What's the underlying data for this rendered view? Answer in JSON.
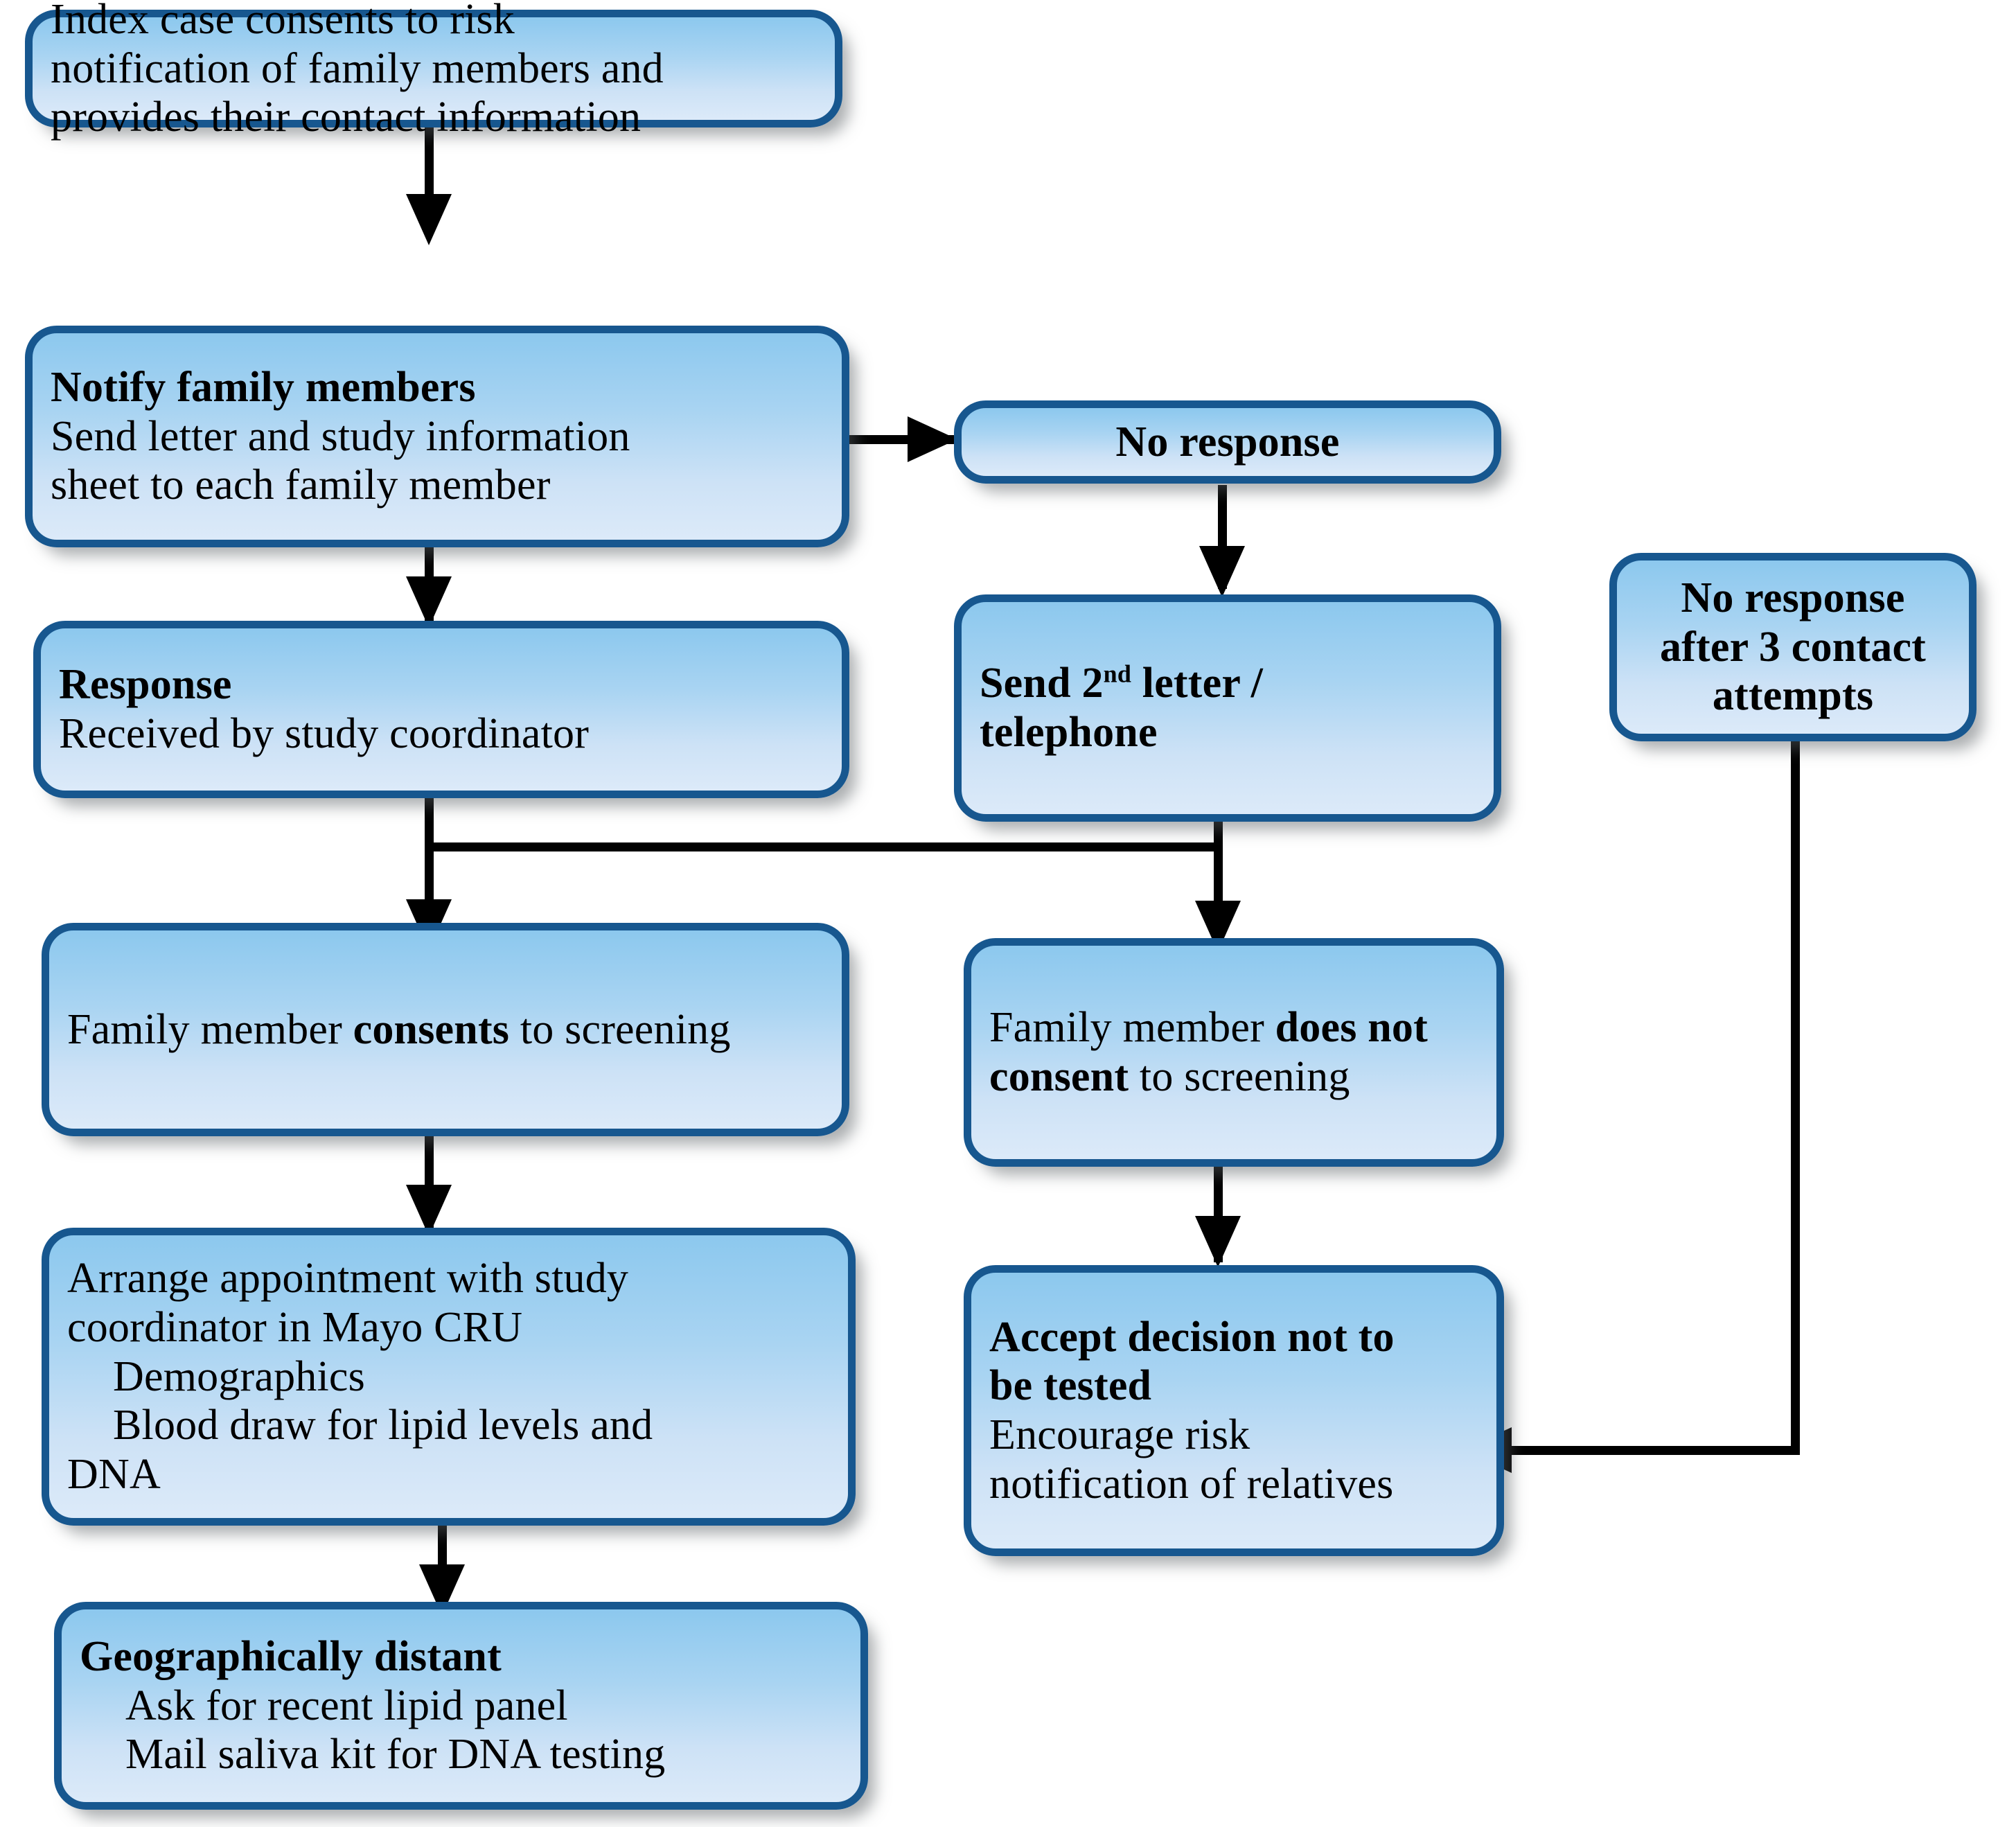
{
  "diagram": {
    "title": "Family risk notification and cascade screening flowchart",
    "colors": {
      "node_border": "#17578F",
      "node_fill_top": "#8CC8EE",
      "node_fill_bottom": "#DCEAF9",
      "connector": "#000000",
      "background": "#FFFFFF"
    },
    "nodes": [
      {
        "id": "index-case",
        "lines": [
          {
            "text": "Index case consents to risk",
            "bold": false,
            "indent": false
          },
          {
            "text": "notification of family members and",
            "bold": false,
            "indent": false
          },
          {
            "text": "provides their contact information",
            "bold": false,
            "indent": false
          }
        ]
      },
      {
        "id": "notify-family-members",
        "lines": [
          {
            "text": "Notify family members",
            "bold": true,
            "indent": false
          },
          {
            "text": "Send letter and study information",
            "bold": false,
            "indent": false
          },
          {
            "text": "sheet to each family member",
            "bold": false,
            "indent": false
          }
        ]
      },
      {
        "id": "no-response",
        "lines": [
          {
            "text": "No response",
            "bold": true,
            "indent": false
          }
        ]
      },
      {
        "id": "send-second-letter",
        "lines": [
          {
            "text": "Send 2nd letter /",
            "bold": true,
            "indent": false
          },
          {
            "text": "telephone",
            "bold": true,
            "indent": false
          }
        ]
      },
      {
        "id": "no-response-after-3",
        "lines": [
          {
            "text": "No response",
            "bold": true,
            "indent": false
          },
          {
            "text": "after 3 contact",
            "bold": true,
            "indent": false
          },
          {
            "text": "attempts",
            "bold": true,
            "indent": false
          }
        ]
      },
      {
        "id": "response",
        "lines": [
          {
            "text": "Response",
            "bold": true,
            "indent": false
          },
          {
            "text": "Received by study coordinator",
            "bold": false,
            "indent": false
          }
        ]
      },
      {
        "id": "consents",
        "lines": [
          {
            "text": "Family member consents to screening",
            "bold": false,
            "indent": false
          }
        ]
      },
      {
        "id": "does-not-consent",
        "lines": [
          {
            "text": "Family member does not consent to screening",
            "bold": false,
            "indent": false
          }
        ]
      },
      {
        "id": "arrange-appointment",
        "lines": [
          {
            "text": "Arrange appointment with study",
            "bold": false,
            "indent": false
          },
          {
            "text": "coordinator in Mayo CRU",
            "bold": false,
            "indent": false
          },
          {
            "text": "Demographics",
            "bold": false,
            "indent": true
          },
          {
            "text": "Blood draw for lipid levels and",
            "bold": false,
            "indent": true
          },
          {
            "text": "DNA",
            "bold": false,
            "indent": false
          }
        ]
      },
      {
        "id": "accept-decision",
        "lines": [
          {
            "text": "Accept decision not to",
            "bold": true,
            "indent": false
          },
          {
            "text": "be tested",
            "bold": true,
            "indent": false
          },
          {
            "text": "Encourage risk",
            "bold": false,
            "indent": false
          },
          {
            "text": "notification of relatives",
            "bold": false,
            "indent": false
          }
        ]
      },
      {
        "id": "geographically-distant",
        "lines": [
          {
            "text": "Geographically distant",
            "bold": true,
            "indent": false
          },
          {
            "text": "Ask for recent lipid panel",
            "bold": false,
            "indent": true
          },
          {
            "text": "Mail saliva kit for DNA testing",
            "bold": false,
            "indent": true
          }
        ]
      }
    ],
    "node_text": {
      "index_case": {
        "l1": "Index case consents to risk",
        "l2": "notification of family members and",
        "l3": "provides their contact information"
      },
      "notify": {
        "l1": "Notify family members",
        "l2": "Send letter and study information",
        "l3": "sheet to each family member"
      },
      "no_response": {
        "l1": "No response"
      },
      "second_letter": {
        "l1_a": "Send 2",
        "l1_sup": "nd",
        "l1_b": " letter /",
        "l2": "telephone"
      },
      "no_response_3": {
        "l1": "No response",
        "l2": "after 3 contact",
        "l3": "attempts"
      },
      "response": {
        "l1": "Response",
        "l2": "Received by study coordinator"
      },
      "consents": {
        "a": "Family member ",
        "b": "consents",
        "c": " to screening"
      },
      "not_consent": {
        "a": "Family member ",
        "b": "does not consent",
        "c": " to screening"
      },
      "arrange": {
        "l1": "Arrange appointment with study",
        "l2": "coordinator in Mayo CRU",
        "l3": "Demographics",
        "l4": "Blood draw for lipid levels and",
        "l5": "DNA"
      },
      "accept": {
        "l1": "Accept decision not to",
        "l2": "be tested",
        "l3": "Encourage risk",
        "l4": "notification of relatives"
      },
      "geo": {
        "l1": "Geographically distant",
        "l2": "Ask for recent lipid panel",
        "l3": "Mail saliva kit for DNA testing"
      }
    },
    "edges": [
      {
        "from": "index-case",
        "to": "notify-family-members",
        "type": "down-arrow"
      },
      {
        "from": "notify-family-members",
        "to": "no-response",
        "type": "right-arrow"
      },
      {
        "from": "notify-family-members",
        "to": "response",
        "type": "down-arrow"
      },
      {
        "from": "no-response",
        "to": "send-second-letter",
        "type": "down-arrow"
      },
      {
        "from": "response",
        "to": "consents",
        "type": "down-arrow"
      },
      {
        "from": "send-second-letter",
        "to": "does-not-consent",
        "type": "down-arrow"
      },
      {
        "from": "response",
        "to": "does-not-consent",
        "type": "elbow"
      },
      {
        "from": "send-second-letter",
        "to": "consents",
        "type": "elbow"
      },
      {
        "from": "consents",
        "to": "arrange-appointment",
        "type": "down-arrow"
      },
      {
        "from": "does-not-consent",
        "to": "accept-decision",
        "type": "down-arrow"
      },
      {
        "from": "arrange-appointment",
        "to": "geographically-distant",
        "type": "down-arrow"
      },
      {
        "from": "no-response-after-3",
        "to": "accept-decision",
        "type": "elbow-left-arrow"
      }
    ]
  }
}
